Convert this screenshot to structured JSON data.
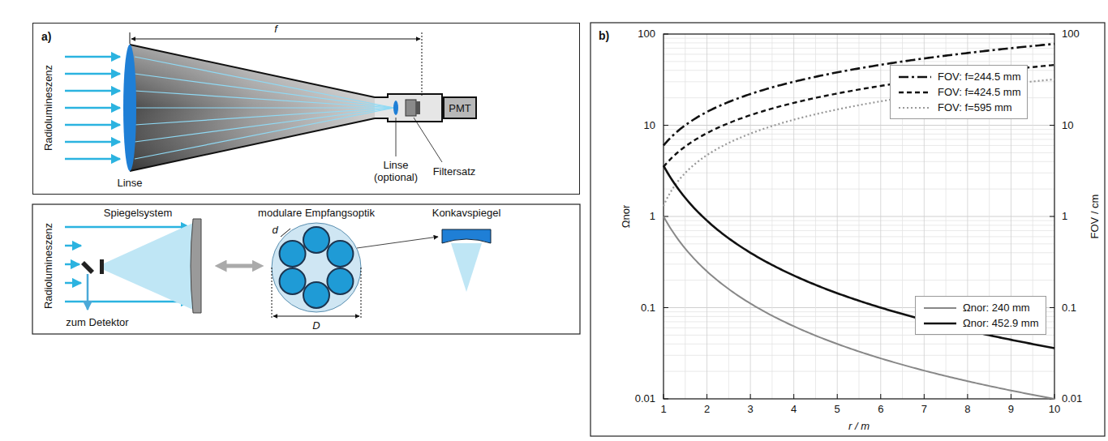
{
  "diagram": {
    "nodes": [
      {
        "text": [
          "a)"
        ]
      },
      {
        "text": [
          "PMT"
        ],
        "in": 0
      },
      {
        "text": [
          "b)"
        ]
      }
    ],
    "labels": [
      "f",
      "Radiolumineszenz",
      "Linse",
      "Linse (optional)",
      "Filtersatz",
      "Radiolumineszenz",
      "Spiegelsystem",
      "zum Detektor",
      "modulare Empfangsoptik",
      "d",
      "D",
      "Konkavspiegel",
      "100",
      "10",
      "1",
      "0.1",
      "0.01",
      "100",
      "10",
      "1",
      "0.1",
      "0.01",
      "1",
      "2",
      "3",
      "4",
      "5",
      "6",
      "7",
      "8",
      "9",
      "10",
      "Ωnor",
      "FOV / cm",
      "r / m"
    ],
    "legend": [
      {
        "text": "FOV: f=244.5 mm"
      },
      {
        "text": "FOV: f=424.5 mm"
      },
      {
        "text": "FOV: f=595 mm"
      },
      {
        "text": "Ωnor: 240 mm"
      },
      {
        "text": "Ωnor: 452.9 mm"
      }
    ]
  }
}
